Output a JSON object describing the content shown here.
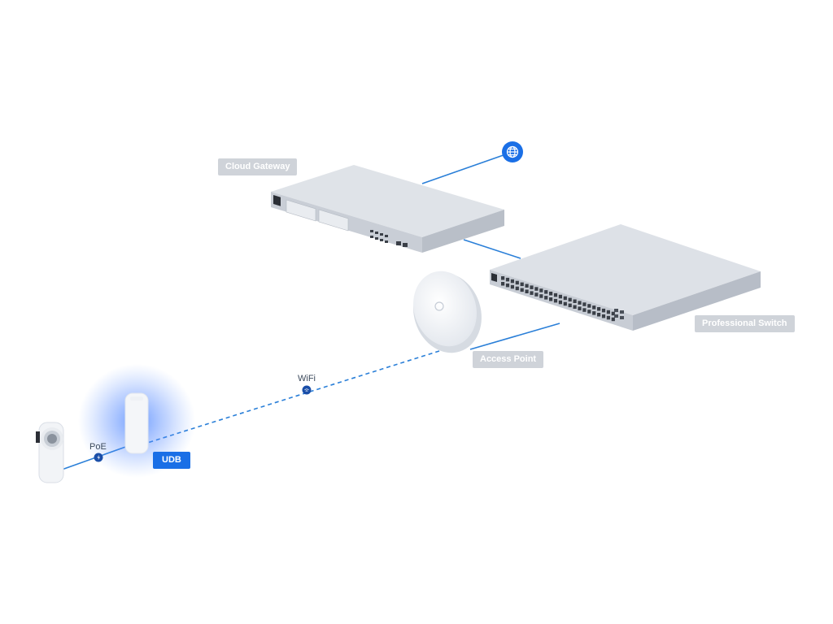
{
  "labels": {
    "cloud_gateway": "Cloud Gateway",
    "professional_switch": "Professional Switch",
    "access_point": "Access Point",
    "udb": "UDB",
    "wifi": "WiFi",
    "poe": "PoE"
  },
  "icons": {
    "internet": "globe-icon",
    "wifi_link": "wifi-icon",
    "poe_link": "power-icon"
  },
  "colors": {
    "accent": "#1a6fe6",
    "link_line": "#2a7fd8",
    "label_bg": "#cfd3d9",
    "udb_glow": "#3d7bff"
  }
}
